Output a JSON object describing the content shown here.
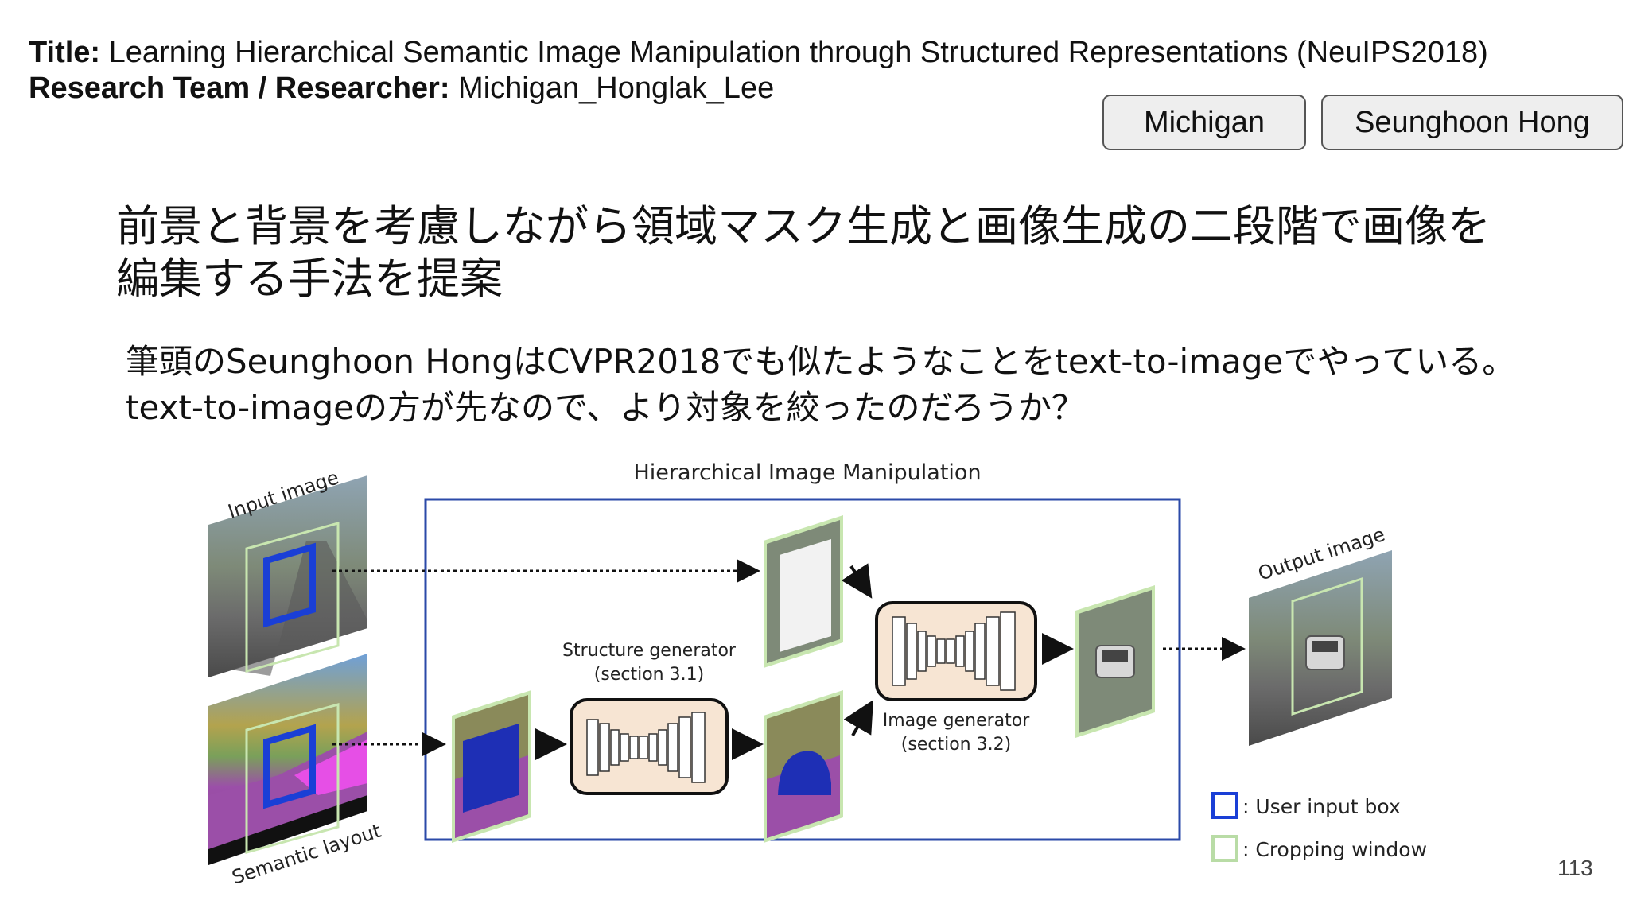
{
  "header": {
    "title_label": "Title:",
    "title_text": " Learning Hierarchical Semantic Image Manipulation through Structured Representations (NeuIPS2018)",
    "team_label": "Research Team / Researcher:",
    "team_text": " Michigan_Honglak_Lee"
  },
  "tags": [
    "Michigan",
    "Seunghoon Hong"
  ],
  "headline": "前景と背景を考慮しながら領域マスク生成と画像生成の二段階で画像を編集する手法を提案",
  "comment": "筆頭のSeunghoon HongはCVPR2018でも似たようなことをtext-to-imageでやっている。text-to-imageの方が先なので、より対象を絞ったのだろうか？",
  "diagram": {
    "frame_title": "Hierarchical Image Manipulation",
    "input_label": "Input image",
    "layout_label": "Semantic layout",
    "output_label": "Output image",
    "structure_gen_line1": "Structure generator",
    "structure_gen_line2": "(section 3.1)",
    "image_gen_line1": "Image generator",
    "image_gen_line2": "(section 3.2)",
    "legend": [
      {
        "label": ": User input box",
        "color": "#1a3fd6"
      },
      {
        "label": ": Cropping window",
        "color": "#b9dca6"
      }
    ],
    "colors": {
      "frame": "#2b4aa8",
      "generator_fill": "#f7e5d3",
      "mask_blue": "#1e2fb5",
      "layout_purple": "#9b4fa8",
      "layout_magenta": "#e64fe6"
    }
  },
  "page_number": "113"
}
